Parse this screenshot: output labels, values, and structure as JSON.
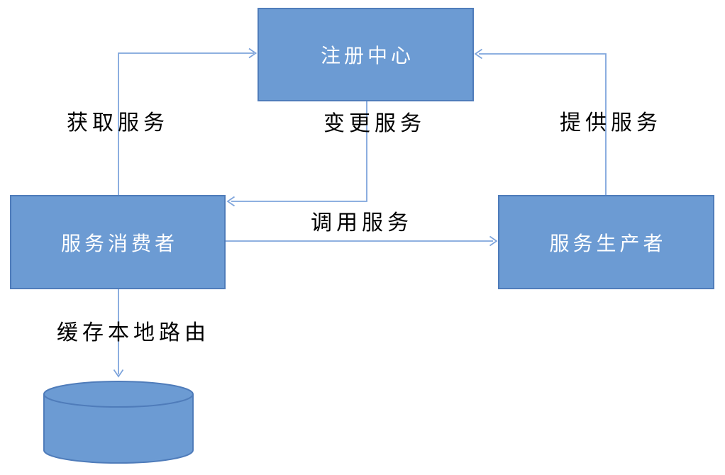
{
  "diagram": {
    "title": "",
    "nodes": {
      "registry": {
        "label": "注册中心",
        "shape": "rectangle"
      },
      "consumer": {
        "label": "服务消费者",
        "shape": "rectangle"
      },
      "producer": {
        "label": "服务生产者",
        "shape": "rectangle"
      },
      "local_cache": {
        "label": "",
        "shape": "cylinder"
      }
    },
    "edges": {
      "get_service": {
        "label": "获取服务",
        "from": "consumer",
        "to": "registry"
      },
      "change_service": {
        "label": "变更服务",
        "from": "registry",
        "to": "consumer"
      },
      "provide_service": {
        "label": "提供服务",
        "from": "producer",
        "to": "registry"
      },
      "invoke_service": {
        "label": "调用服务",
        "from": "consumer",
        "to": "producer"
      },
      "cache_local_route": {
        "label": "缓存本地路由",
        "from": "consumer",
        "to": "local_cache"
      }
    },
    "colors": {
      "node_fill": "#6C9BD3",
      "node_border": "#4F7CBA",
      "connector": "#7FA5DC",
      "node_text": "#FFFFFF",
      "label_text": "#000000",
      "background": "#FFFFFF"
    }
  }
}
